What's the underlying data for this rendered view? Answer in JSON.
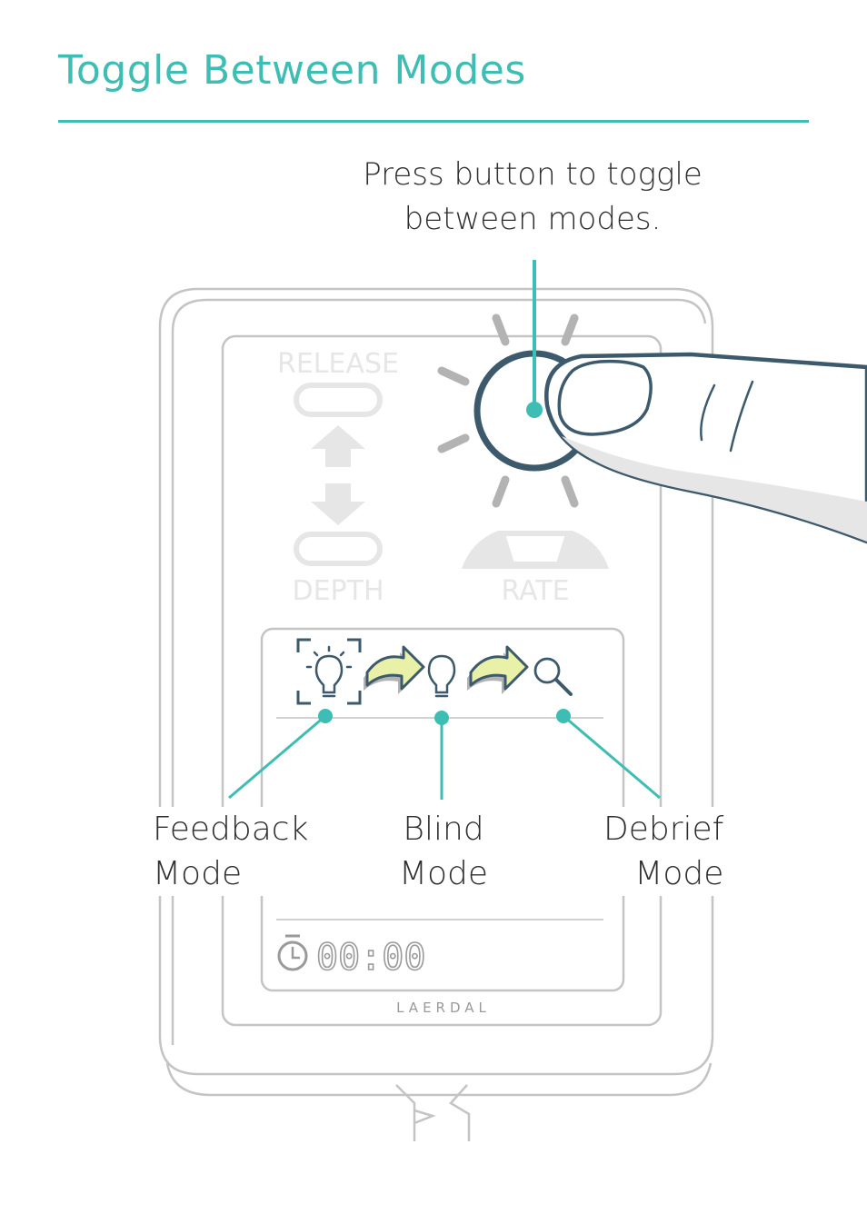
{
  "title": "Toggle Between Modes",
  "callout": {
    "line1": "Press button to toggle",
    "line2": "between modes."
  },
  "device": {
    "release_label": "RELEASE",
    "depth_label": "DEPTH",
    "rate_label": "RATE",
    "timer": "00:00",
    "brand": "LAERDAL"
  },
  "modes": [
    {
      "line1": "Feedback",
      "line2": "Mode",
      "icon": "lightbulb-on-icon"
    },
    {
      "line1": "Blind",
      "line2": "Mode",
      "icon": "lightbulb-off-icon"
    },
    {
      "line1": "Debrief",
      "line2": "Mode",
      "icon": "magnifier-icon"
    }
  ],
  "colors": {
    "accent": "#3dbdb3",
    "outline": "#3d5a6c",
    "arrow_fill": "#e9f0a8",
    "device_line": "#c4c4c4"
  }
}
